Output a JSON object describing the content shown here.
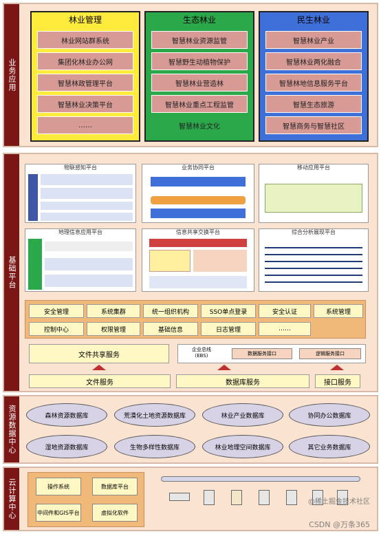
{
  "layers": {
    "business": {
      "label": "业务应用",
      "columns": [
        {
          "title": "林业管理",
          "items": [
            "林业网站群系统",
            "集团化林业办公网",
            "智慧林政管理平台",
            "智慧林业决策平台",
            "……"
          ]
        },
        {
          "title": "生态林业",
          "items": [
            "智慧林业资源监管",
            "智慧野生动植物保护",
            "智慧林业营造林",
            "智慧林业重点工程监管",
            "智慧林业文化"
          ]
        },
        {
          "title": "民生林业",
          "items": [
            "智慧林业产业",
            "智慧林业两化融合",
            "智慧林地信息服务平台",
            "智慧生态旅游",
            "智慧商务与智慧社区"
          ]
        }
      ]
    },
    "foundation": {
      "label": "基础平台",
      "panels": [
        "物联感知平台",
        "业务协同平台",
        "移动应用平台",
        "地理信息应用平台",
        "信息共享交换平台",
        "综合分析展现平台"
      ],
      "security_row1": [
        "安全管理",
        "系统集群",
        "统一组织机构",
        "SSO单点登录",
        "安全认证",
        "系统管理"
      ],
      "security_row2": [
        "控制中心",
        "权限管理",
        "基础信息",
        "日志管理",
        "……"
      ],
      "file_share": "文件共享服务",
      "esb": "企业总线\n(EBS)",
      "data_service_iface": "数据服务接口",
      "logic_service_iface": "逻辑服务接口",
      "file_service": "文件服务",
      "db_service": "数据库服务",
      "iface_service": "接口服务"
    },
    "resource": {
      "label": "资源数据中心",
      "dbs_row1": [
        "森林资源数据库",
        "荒漠化土地资源数据库",
        "林业产业数据库",
        "协同办公数据库"
      ],
      "dbs_row2": [
        "湿地资源数据库",
        "生物多样性数据库",
        "林业地理空间数据库",
        "其它业务数据库"
      ]
    },
    "cloud": {
      "label": "云计算中心",
      "boxes": [
        "操作系统",
        "数据库平台",
        "中间件和GIS平台",
        "虚拟化软件"
      ]
    }
  },
  "watermark": "CSDN @万条365",
  "watermark2": "@稀土掘金技术社区",
  "colors": {
    "col1": "#ffeb3b",
    "col2": "#2aa84a",
    "col3": "#3f6fd8",
    "item": "#d79a95"
  }
}
